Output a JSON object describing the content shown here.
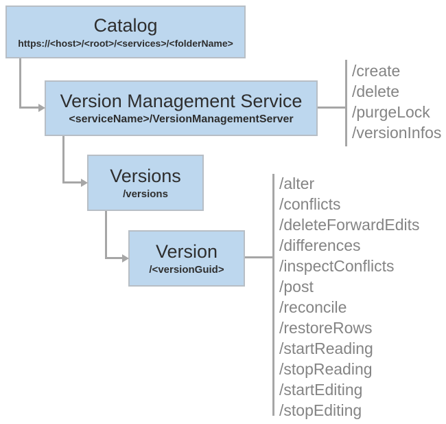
{
  "diagram": {
    "nodes": [
      {
        "id": "catalog",
        "title": "Catalog",
        "subtitle": "https://<host>/<root>/<services>/<folderName>"
      },
      {
        "id": "version-management-service",
        "title": "Version Management Service",
        "subtitle": "<serviceName>/VersionManagementServer",
        "operations": [
          "/create",
          "/delete",
          "/purgeLock",
          "/versionInfos"
        ]
      },
      {
        "id": "versions",
        "title": "Versions",
        "subtitle": "/versions"
      },
      {
        "id": "version",
        "title": "Version",
        "subtitle": "/<versionGuid>",
        "operations": [
          "/alter",
          "/conflicts",
          "/deleteForwardEdits",
          "/differences",
          "/inspectConflicts",
          "/post",
          "/reconcile",
          "/restoreRows",
          "/startReading",
          "/stopReading",
          "/startEditing",
          "/stopEditing"
        ]
      }
    ],
    "colors": {
      "node_fill": "#bdd7ee",
      "node_border": "#b7bec5",
      "connector": "#a6a6a6",
      "title_text": "#2e2e2e",
      "operation_text": "#848484"
    }
  }
}
